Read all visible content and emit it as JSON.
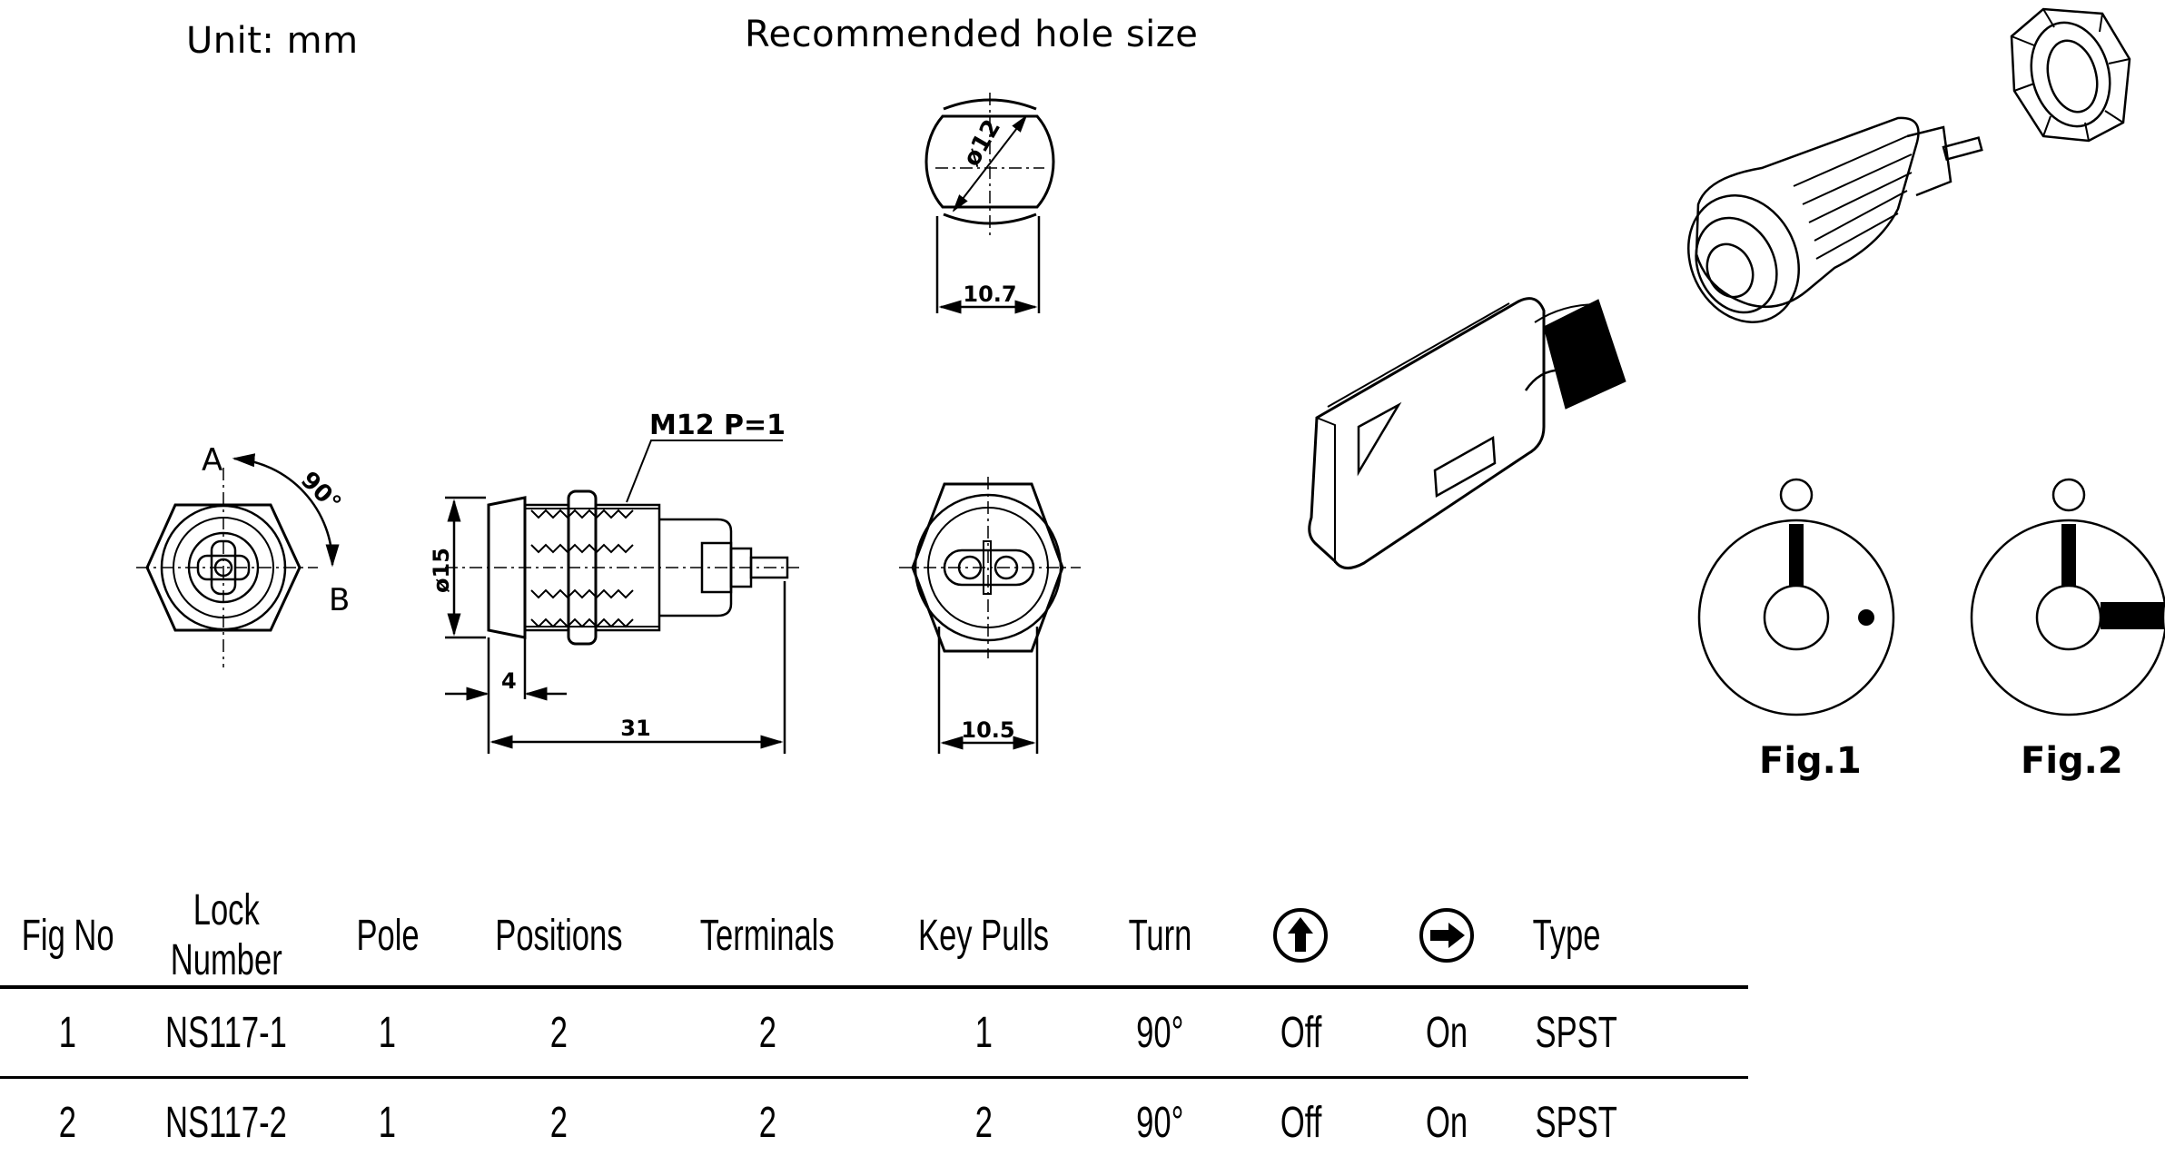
{
  "header": {
    "unit": "Unit:  mm",
    "hole_title": "Recommended  hole  size"
  },
  "drawing": {
    "hole_diameter": "ø12",
    "hole_width": "10.7",
    "thread": "M12  P=1",
    "body_diameter": "ø15",
    "dim_flange": "4",
    "dim_length": "31",
    "dim_back": "10.5",
    "angle": "90°",
    "pos_a": "A",
    "pos_b": "B"
  },
  "figures": {
    "fig1": "Fig.1",
    "fig2": "Fig.2"
  },
  "table": {
    "headers": {
      "fig_no": "Fig No",
      "lock_number": "Lock Number",
      "pole": "Pole",
      "positions": "Positions",
      "terminals": "Terminals",
      "key_pulls": "Key Pulls",
      "turn": "Turn",
      "up_icon": "arrow-up-circle-icon",
      "right_icon": "arrow-right-circle-icon",
      "type": "Type"
    },
    "rows": [
      {
        "fig_no": "1",
        "lock_number": "NS117-1",
        "pole": "1",
        "positions": "2",
        "terminals": "2",
        "key_pulls": "1",
        "turn": "90°",
        "up": "Off",
        "right": "On",
        "type": "SPST"
      },
      {
        "fig_no": "2",
        "lock_number": "NS117-2",
        "pole": "1",
        "positions": "2",
        "terminals": "2",
        "key_pulls": "2",
        "turn": "90°",
        "up": "Off",
        "right": "On",
        "type": "SPST"
      }
    ]
  }
}
